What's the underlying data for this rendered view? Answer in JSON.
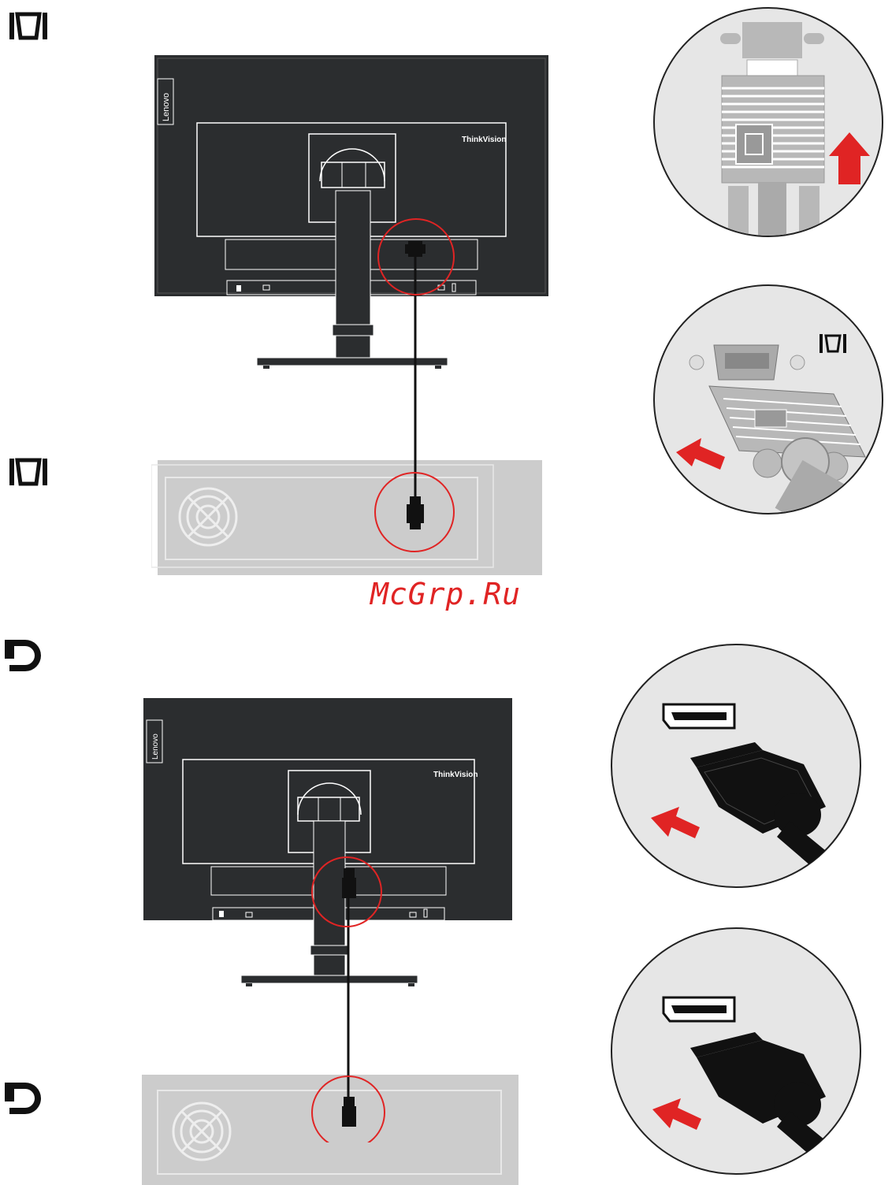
{
  "brand": {
    "logo_text": "Lenovo",
    "model_text": "ThinkVision"
  },
  "watermark": {
    "text": "McGrp.Ru"
  },
  "sections": [
    {
      "id": "vga",
      "connector_icon": "vga-port-icon",
      "label": "VGA"
    },
    {
      "id": "displayport",
      "connector_icon": "displayport-icon",
      "label": "DisplayPort"
    }
  ],
  "colors": {
    "monitor_body": "#2b2d2f",
    "outline": "#ffffff",
    "highlight_circle": "#e02424",
    "arrow": "#e02424",
    "pc_panel": "#cccccc",
    "detail_bg": "#e6e6e6",
    "cable": "#111111"
  }
}
